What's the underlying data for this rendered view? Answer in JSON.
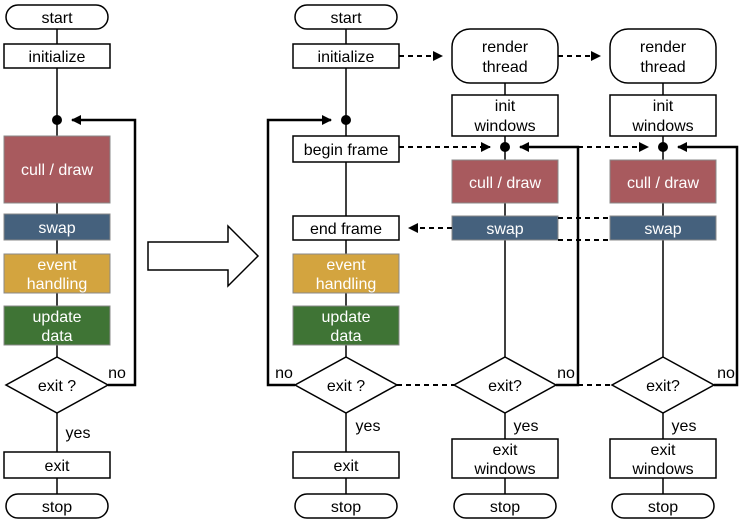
{
  "colors": {
    "cull_draw": "#a85a5e",
    "swap": "#45617d",
    "event_handling": "#d3a43f",
    "update_data": "#3f7435",
    "line": "#000000",
    "box_fill": "#ffffff"
  },
  "left": {
    "start": "start",
    "initialize": "initialize",
    "cull_draw": "cull / draw",
    "swap": "swap",
    "event_l1": "event",
    "event_l2": "handling",
    "update_l1": "update",
    "update_l2": "data",
    "exit_q": "exit ?",
    "no": "no",
    "yes": "yes",
    "exit": "exit",
    "stop": "stop"
  },
  "main": {
    "start": "start",
    "initialize": "initialize",
    "begin_frame": "begin frame",
    "end_frame": "end frame",
    "event_l1": "event",
    "event_l2": "handling",
    "update_l1": "update",
    "update_l2": "data",
    "exit_q": "exit ?",
    "no": "no",
    "yes": "yes",
    "exit": "exit",
    "stop": "stop"
  },
  "thread1": {
    "render_l1": "render",
    "render_l2": "thread",
    "init_l1": "init",
    "init_l2": "windows",
    "cull_draw": "cull / draw",
    "swap": "swap",
    "exit_q": "exit?",
    "no": "no",
    "yes": "yes",
    "exit_l1": "exit",
    "exit_l2": "windows",
    "stop": "stop"
  },
  "thread2": {
    "render_l1": "render",
    "render_l2": "thread",
    "init_l1": "init",
    "init_l2": "windows",
    "cull_draw": "cull / draw",
    "swap": "swap",
    "exit_q": "exit?",
    "no": "no",
    "yes": "yes",
    "exit_l1": "exit",
    "exit_l2": "windows",
    "stop": "stop"
  }
}
